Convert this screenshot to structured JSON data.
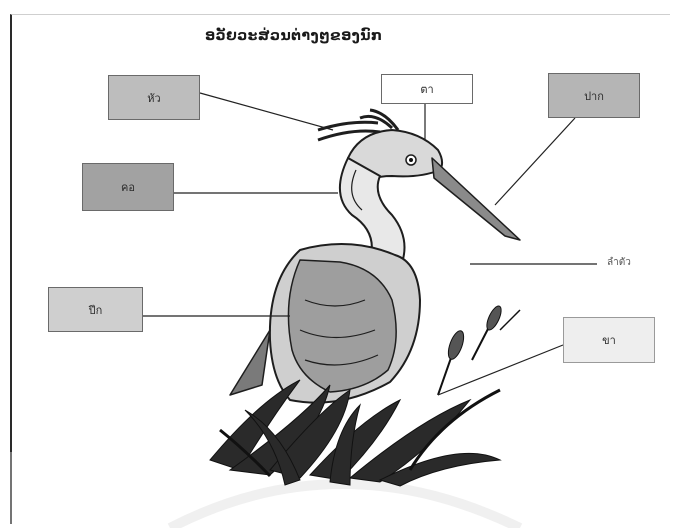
{
  "diagram": {
    "title": "ອວັຍວະສ່ວນຕ່າງໆຂອງນົກ",
    "labels": {
      "head": "หัว",
      "eye": "ตา",
      "beak": "ปาก",
      "neck": "คอ",
      "body": "ลำตัว",
      "wing": "ปีก",
      "leg": "ขา"
    }
  }
}
